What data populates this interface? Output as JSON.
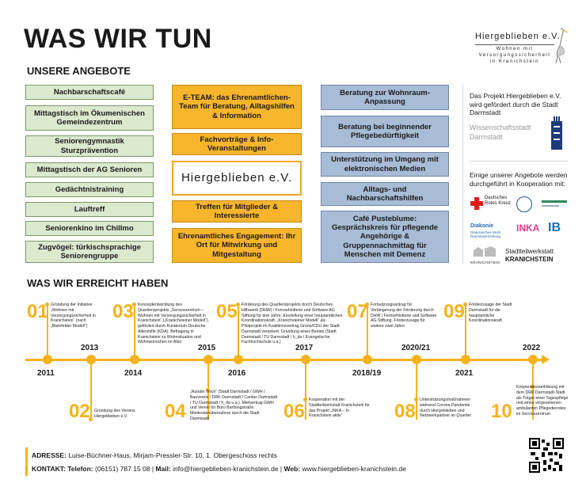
{
  "title": "WAS WIR TUN",
  "offers_heading": "UNSERE ANGEBOTE",
  "achievements_heading": "WAS WIR ERREICHT HABEN",
  "green_boxes": [
    "Nachbarschaftscafé",
    "Mittagstisch im Ökumenischen Gemeindezentrum",
    "Seniorengymnastik Sturzprävention",
    "Mittagstisch der AG Senioren",
    "Gedächtnistraining",
    "Lauftreff",
    "Seniorenkino im Chillmo",
    "Zugvögel: türkischsprachige Seniorengruppe"
  ],
  "orange_boxes": [
    "E-TEAM: das Ehrenamtlichen-Team für Beratung, Alltagshilfen & Information",
    "Fachvorträge & Info-Veranstaltungen",
    "Treffen für Mitglieder & Interessierte",
    "Ehrenamtliches Engagement: Ihr Ort für Mitwirkung und Mitgestaltung"
  ],
  "center_brand": "Hiergeblieben e.V.",
  "blue_boxes": [
    "Beratung zur Wohnraum-Anpassung",
    "Beratung bei beginnender Pflegebedürftigkeit",
    "Unterstützung im Umgang mit elektronischen Medien",
    "Alltags- und Nachbarschaftshilfen",
    "Café Pusteblume: Gesprächskreis für pflegende Angehörige & Gruppennachmittag für Menschen mit Demenz"
  ],
  "logo": {
    "name": "Hiergeblieben e.V.",
    "line1": "Wohnen mit",
    "line2": "Versorgungssicherheit",
    "line3": "in Kranichstein"
  },
  "funding": {
    "text": "Das Projekt Hiergeblieben e.V. wird gefördert durch die Stadt Darmstadt",
    "city_line1": "Wissenschaftsstadt",
    "city_line2": "Darmstadt"
  },
  "cooperation_text": "Einige unserer Angebote werden durchgeführt in Kooperation mit:",
  "partners": {
    "drk": "Deutsches Rotes Kreuz",
    "diakonie": "Diakonie",
    "diakonie_sub": "Diakonisches Werk Darmstadt-Dieburg",
    "inka": "INKA",
    "ib": "IB",
    "kranichstein": "KRANICHSTEIN",
    "stadtteil1": "Stadtteilwerkstatt",
    "stadtteil2": "KRANICHSTEIN"
  },
  "timeline": {
    "years": [
      "2011",
      "2013",
      "2014",
      "2015",
      "2016",
      "2017",
      "2018/19",
      "2020/21",
      "2021",
      "2022"
    ],
    "items": [
      {
        "num": "01",
        "text": "Gründung der Initiative „Wohnen mit Versorgungssicherheit in Kranichstein“ (nach „Bielefelder Modell“)"
      },
      {
        "num": "02",
        "text": "Gründung des Vereins Hiergeblieben e.V."
      },
      {
        "num": "03",
        "text": "Konzeptentwicklung des Quartiersprojekts „Servicezentrum – Wohnen mit Versorgungssicherheit in Kranichstein“ („Kranichsteiner Modell“), gefördert durch Kuratorium Deutsche Altershilfe (KDA). Befragung in Kranichstein zu Wohnsituation und Wohnwünschen im Alter"
      },
      {
        "num": "04",
        "text": "„Runder Tisch“ (Stadt Darmstadt / GWH / Bauverein / DRK Darmstadt / Caritas Darmstadt / TU Darmstadt / h_da u.a.). Mietvertrag GWH und Verein für Büro Bartningstraße. Mietkostenübernahme durch die Stadt Darmstadt"
      },
      {
        "num": "05",
        "text": "Förderung des Quartiersprojekts durch Deutsches Hilfswerk (DHW) / Fernsehlotterie und Software AG Stiftung für drei Jahre. Einstellung einer hauptamtlichen Koordinationskraft. „Kranichsteiner Modell“ als Pilotprojekt im Koalitionsvertrag Grüne/CDU der Stadt Darmstadt verankert. Gründung eines Beirats (Stadt Darmstadt / TU Darmstadt / h_da / Evangelische Fachhochschule u.a.)"
      },
      {
        "num": "06",
        "text": "Kooperation mit der Stadtteilwerkstatt Kranichstein für das Projekt „INKA – In Kranichstein aktiv“"
      },
      {
        "num": "07",
        "text": "Fortsetzungsantrag für Verlängerung der Förderung durch DHW / Fernsehlotterie und Software AG Stiftung. Förderzusage für weitere zwei Jahre"
      },
      {
        "num": "08",
        "text": "Unterstützungsmaßnahmen während Corona-Pandemie durch Hiergeblieben und Netzwerkpartner im Quartier"
      },
      {
        "num": "09",
        "text": "Förderzusage der Stadt Darmstadt für die hauptamtliche Koordinationskraft"
      },
      {
        "num": "10",
        "text": "Kooperationserklärung mit dem DRK Darmstadt-Stadt als Träger einer Tagespflege und eines vorgesehenen ambulanten Pflegedienstes im Servicezentrum"
      }
    ]
  },
  "footer": {
    "address_label": "ADRESSE:",
    "address": "Luise-Büchner-Haus, Mirjam-Pressler-Str. 10, 1. Obergeschoss rechts",
    "contact_label": "KONTAKT:",
    "phone_label": "Telefon:",
    "phone": "(06151) 787 15 08",
    "mail_label": "Mail:",
    "mail": "info@hiergeblieben-kranichstein.de",
    "web_label": "Web:",
    "web": "www.hiergeblieben-kranichstein.de"
  },
  "colors": {
    "accent": "#f6b21b",
    "green": "#dbe9cf",
    "orange": "#f7b52c",
    "blue": "#a8bcd6"
  },
  "icons": [
    "crane-bird-icon",
    "darmstadt-tower-icon",
    "red-cross-icon",
    "qr-code-icon"
  ]
}
